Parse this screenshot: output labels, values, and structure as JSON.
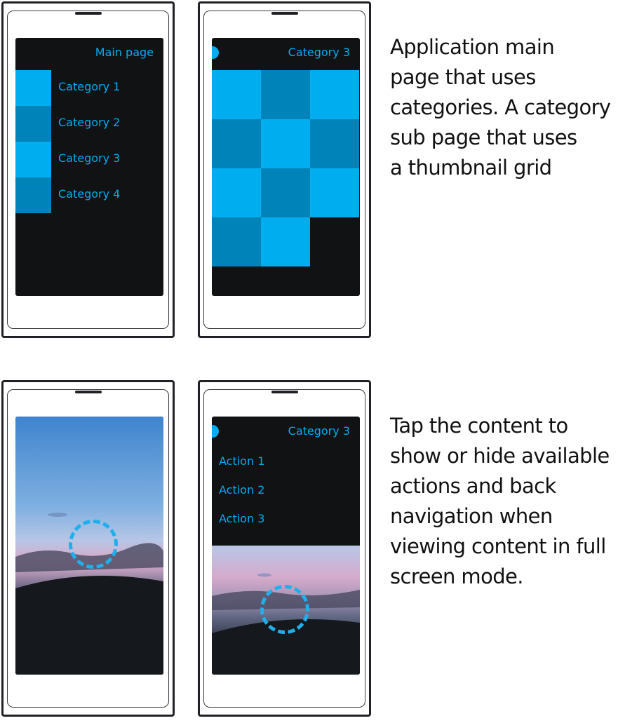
{
  "colors": {
    "accent": "#00adef",
    "accent_dark": "#0083b8",
    "screen_bg": "#111214",
    "frame": "#202025"
  },
  "phone1": {
    "title": "Main page",
    "categories": [
      "Category 1",
      "Category 2",
      "Category 3",
      "Category 4"
    ]
  },
  "phone2": {
    "title": "Category 3"
  },
  "phone4": {
    "title": "Category 3",
    "actions": [
      "Action 1",
      "Action 2",
      "Action 3"
    ]
  },
  "captions": {
    "top": [
      "Application main",
      "page that uses",
      "categories. A category",
      "sub page that uses",
      "a thumbnail grid"
    ],
    "bottom": [
      "Tap the content to",
      "show or hide available",
      "actions and back",
      "navigation when",
      "viewing content in full",
      "screen mode."
    ]
  }
}
